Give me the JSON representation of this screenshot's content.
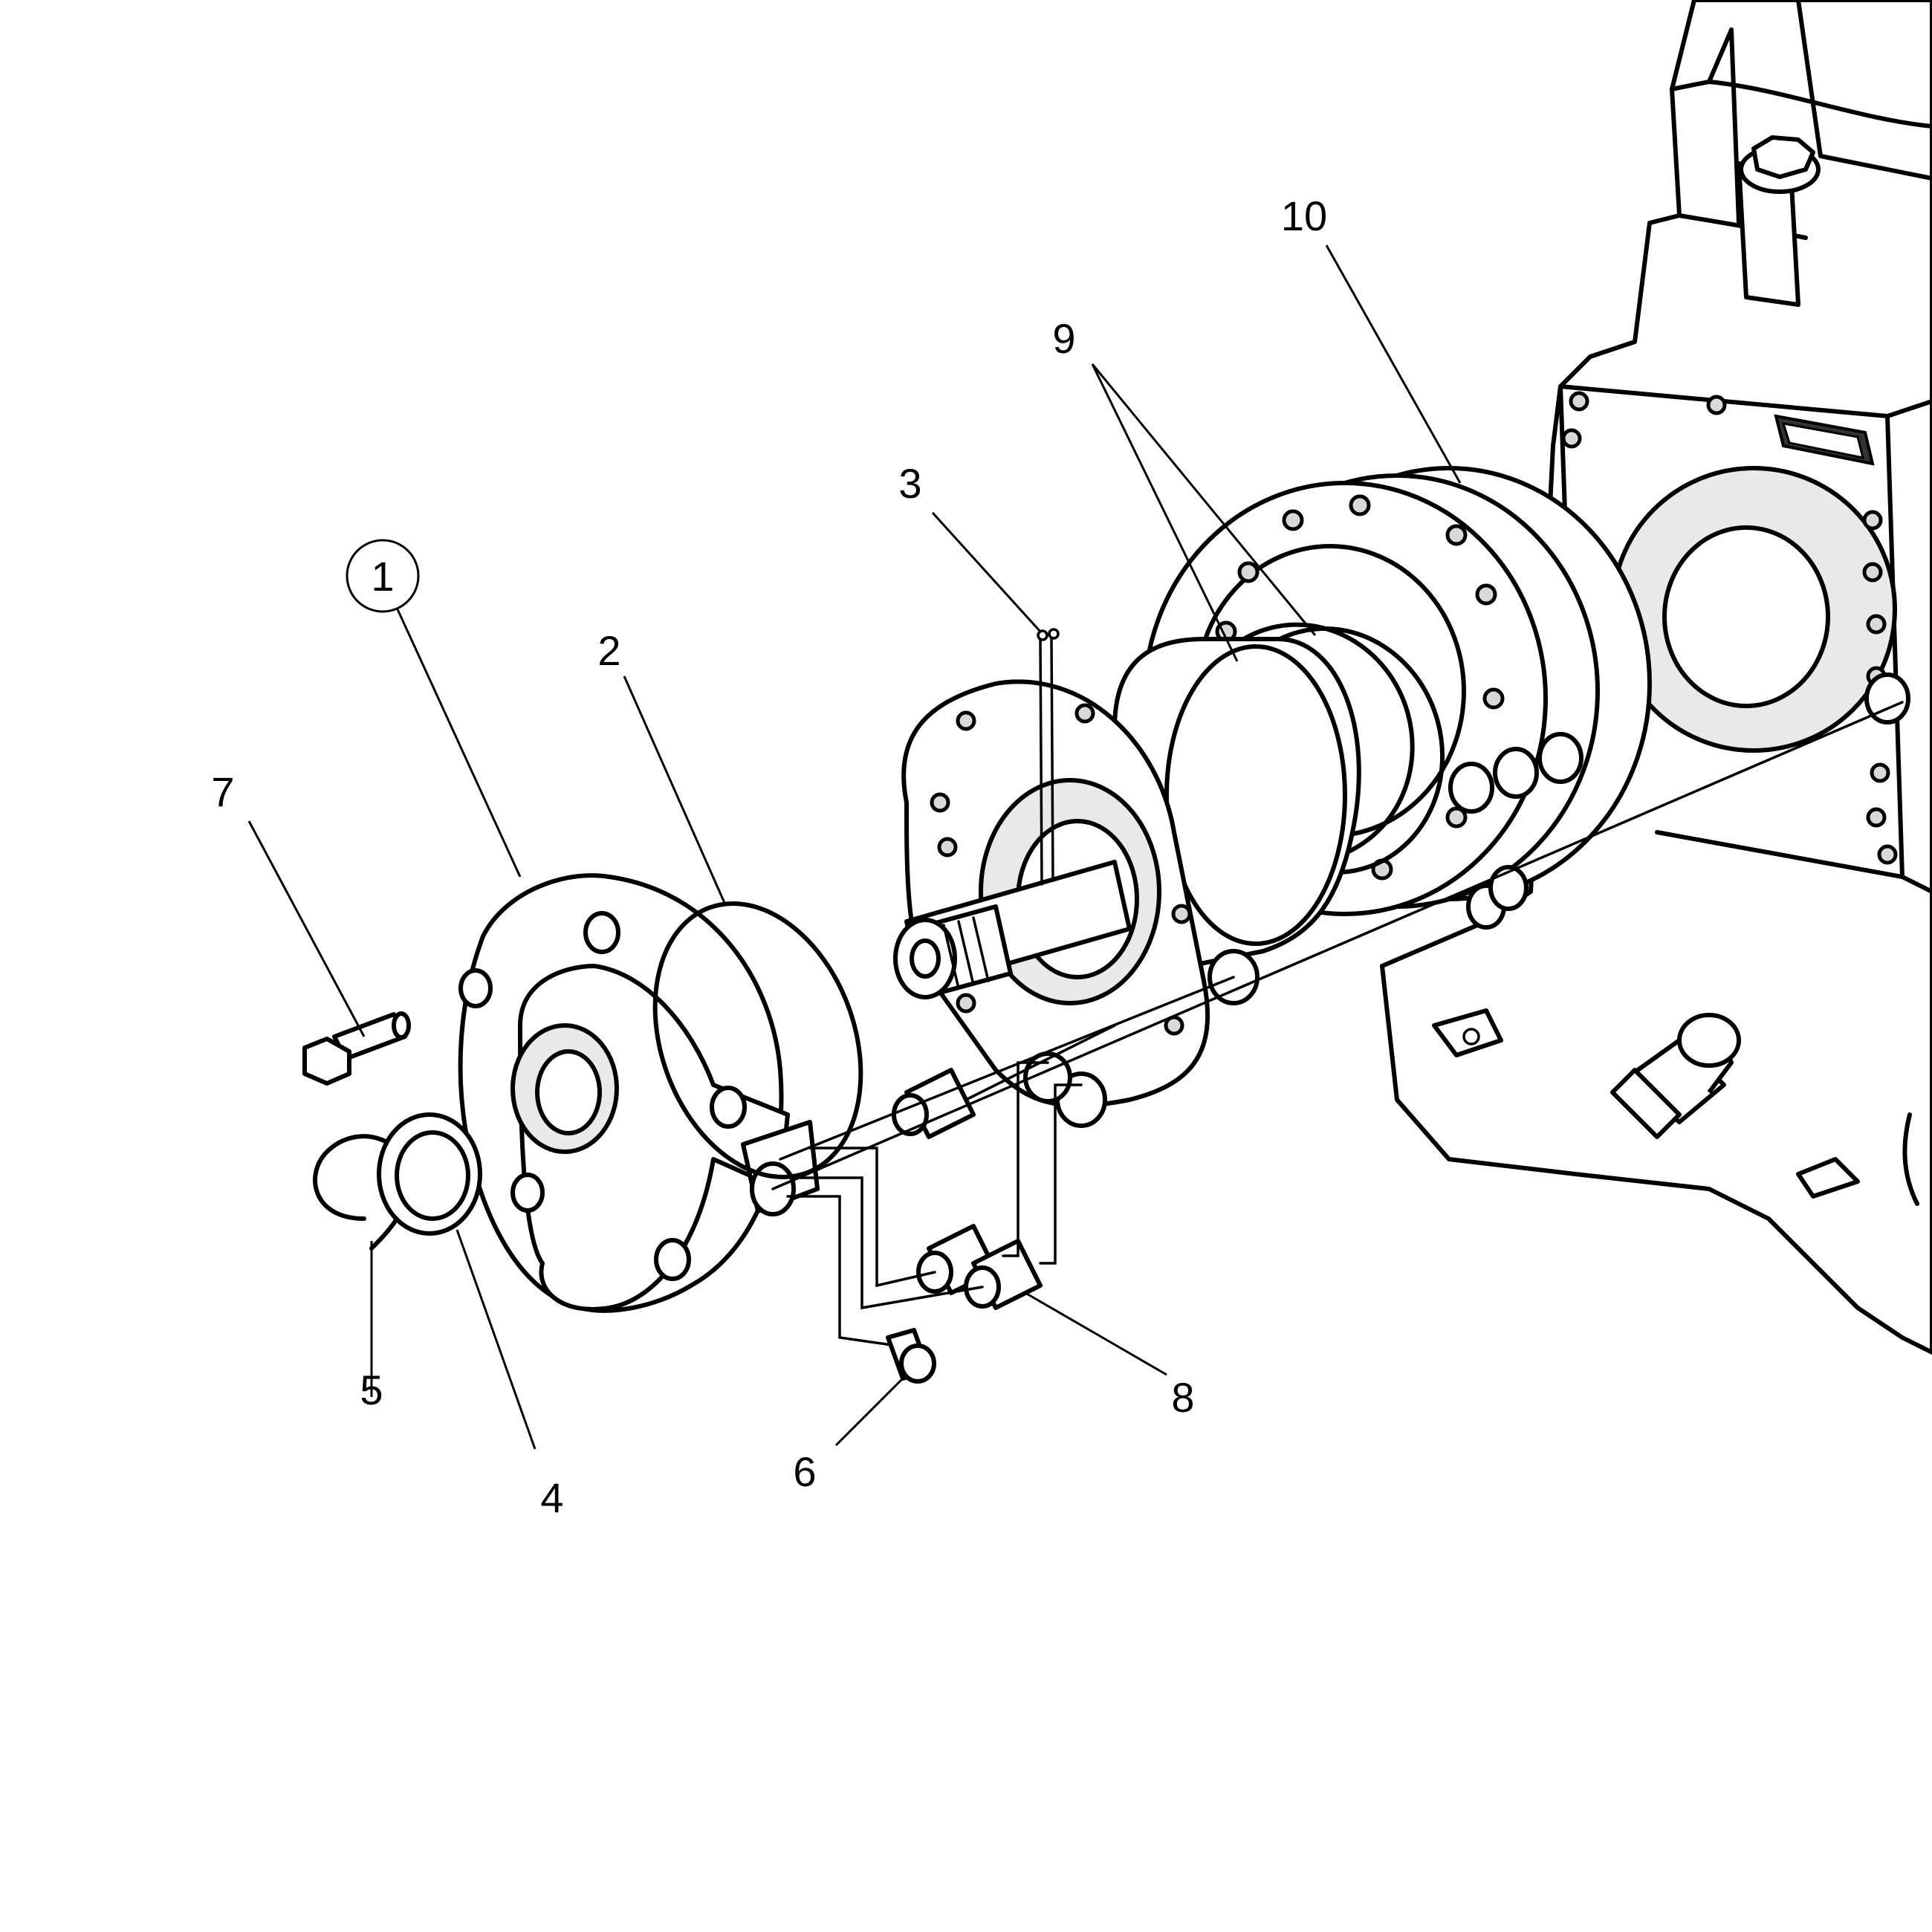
{
  "figure": {
    "callouts": [
      {
        "id": "1",
        "label": "1",
        "circled": true
      },
      {
        "id": "2",
        "label": "2"
      },
      {
        "id": "3",
        "label": "3"
      },
      {
        "id": "4",
        "label": "4"
      },
      {
        "id": "5",
        "label": "5"
      },
      {
        "id": "6",
        "label": "6"
      },
      {
        "id": "7",
        "label": "7"
      },
      {
        "id": "8",
        "label": "8"
      },
      {
        "id": "9",
        "label": "9"
      },
      {
        "id": "10",
        "label": "10"
      }
    ]
  }
}
